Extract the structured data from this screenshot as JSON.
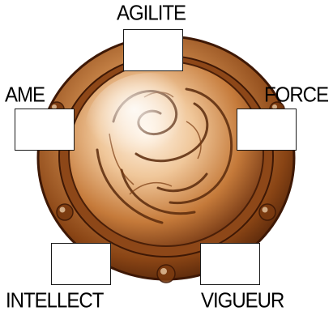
{
  "stats": {
    "agilite": {
      "label": "AGILITE",
      "value": ""
    },
    "ame": {
      "label": "AME",
      "value": ""
    },
    "force": {
      "label": "FORCE",
      "value": ""
    },
    "intellect": {
      "label": "INTELLECT",
      "value": ""
    },
    "vigueur": {
      "label": "VIGUEUR",
      "value": ""
    }
  },
  "emblem": {
    "icon": "bronze-shield-emblem",
    "colors": {
      "bronze_dark": "#5a2a0c",
      "bronze_mid": "#b86b2c",
      "bronze_light": "#f3d6b0"
    }
  }
}
